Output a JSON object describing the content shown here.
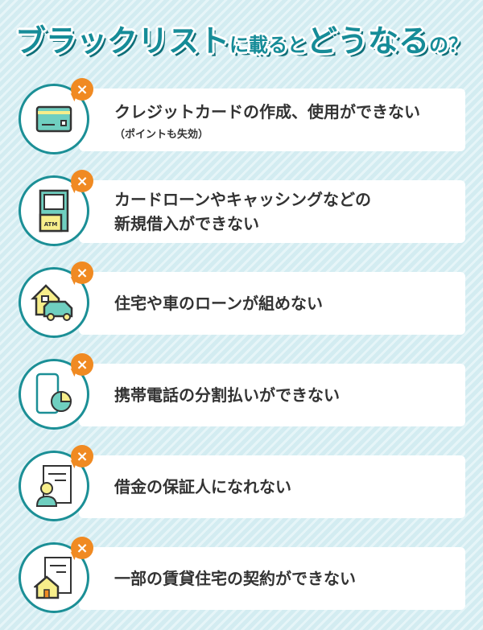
{
  "title": {
    "part1": "ブラックリスト",
    "part2": "に載ると",
    "part3": "どうなる",
    "part4": "の？"
  },
  "badge_symbol": "×",
  "items": [
    {
      "icon": "credit-card-icon",
      "text": "クレジットカードの作成、使用ができない",
      "sub": "（ポイントも失効）"
    },
    {
      "icon": "atm-icon",
      "text": "カードローンやキャッシングなどの",
      "text2": "新規借入ができない",
      "atm_label": "ATM"
    },
    {
      "icon": "house-car-icon",
      "text": "住宅や車のローンが組めない"
    },
    {
      "icon": "smartphone-pie-icon",
      "text": "携帯電話の分割払いができない"
    },
    {
      "icon": "guarantor-document-icon",
      "text": "借金の保証人になれない"
    },
    {
      "icon": "house-contract-icon",
      "text": "一部の賃貸住宅の契約ができない"
    }
  ],
  "colors": {
    "teal": "#1b8f96",
    "orange": "#f08a22",
    "mint": "#6fcfc0",
    "yellow": "#f7ee8a"
  }
}
